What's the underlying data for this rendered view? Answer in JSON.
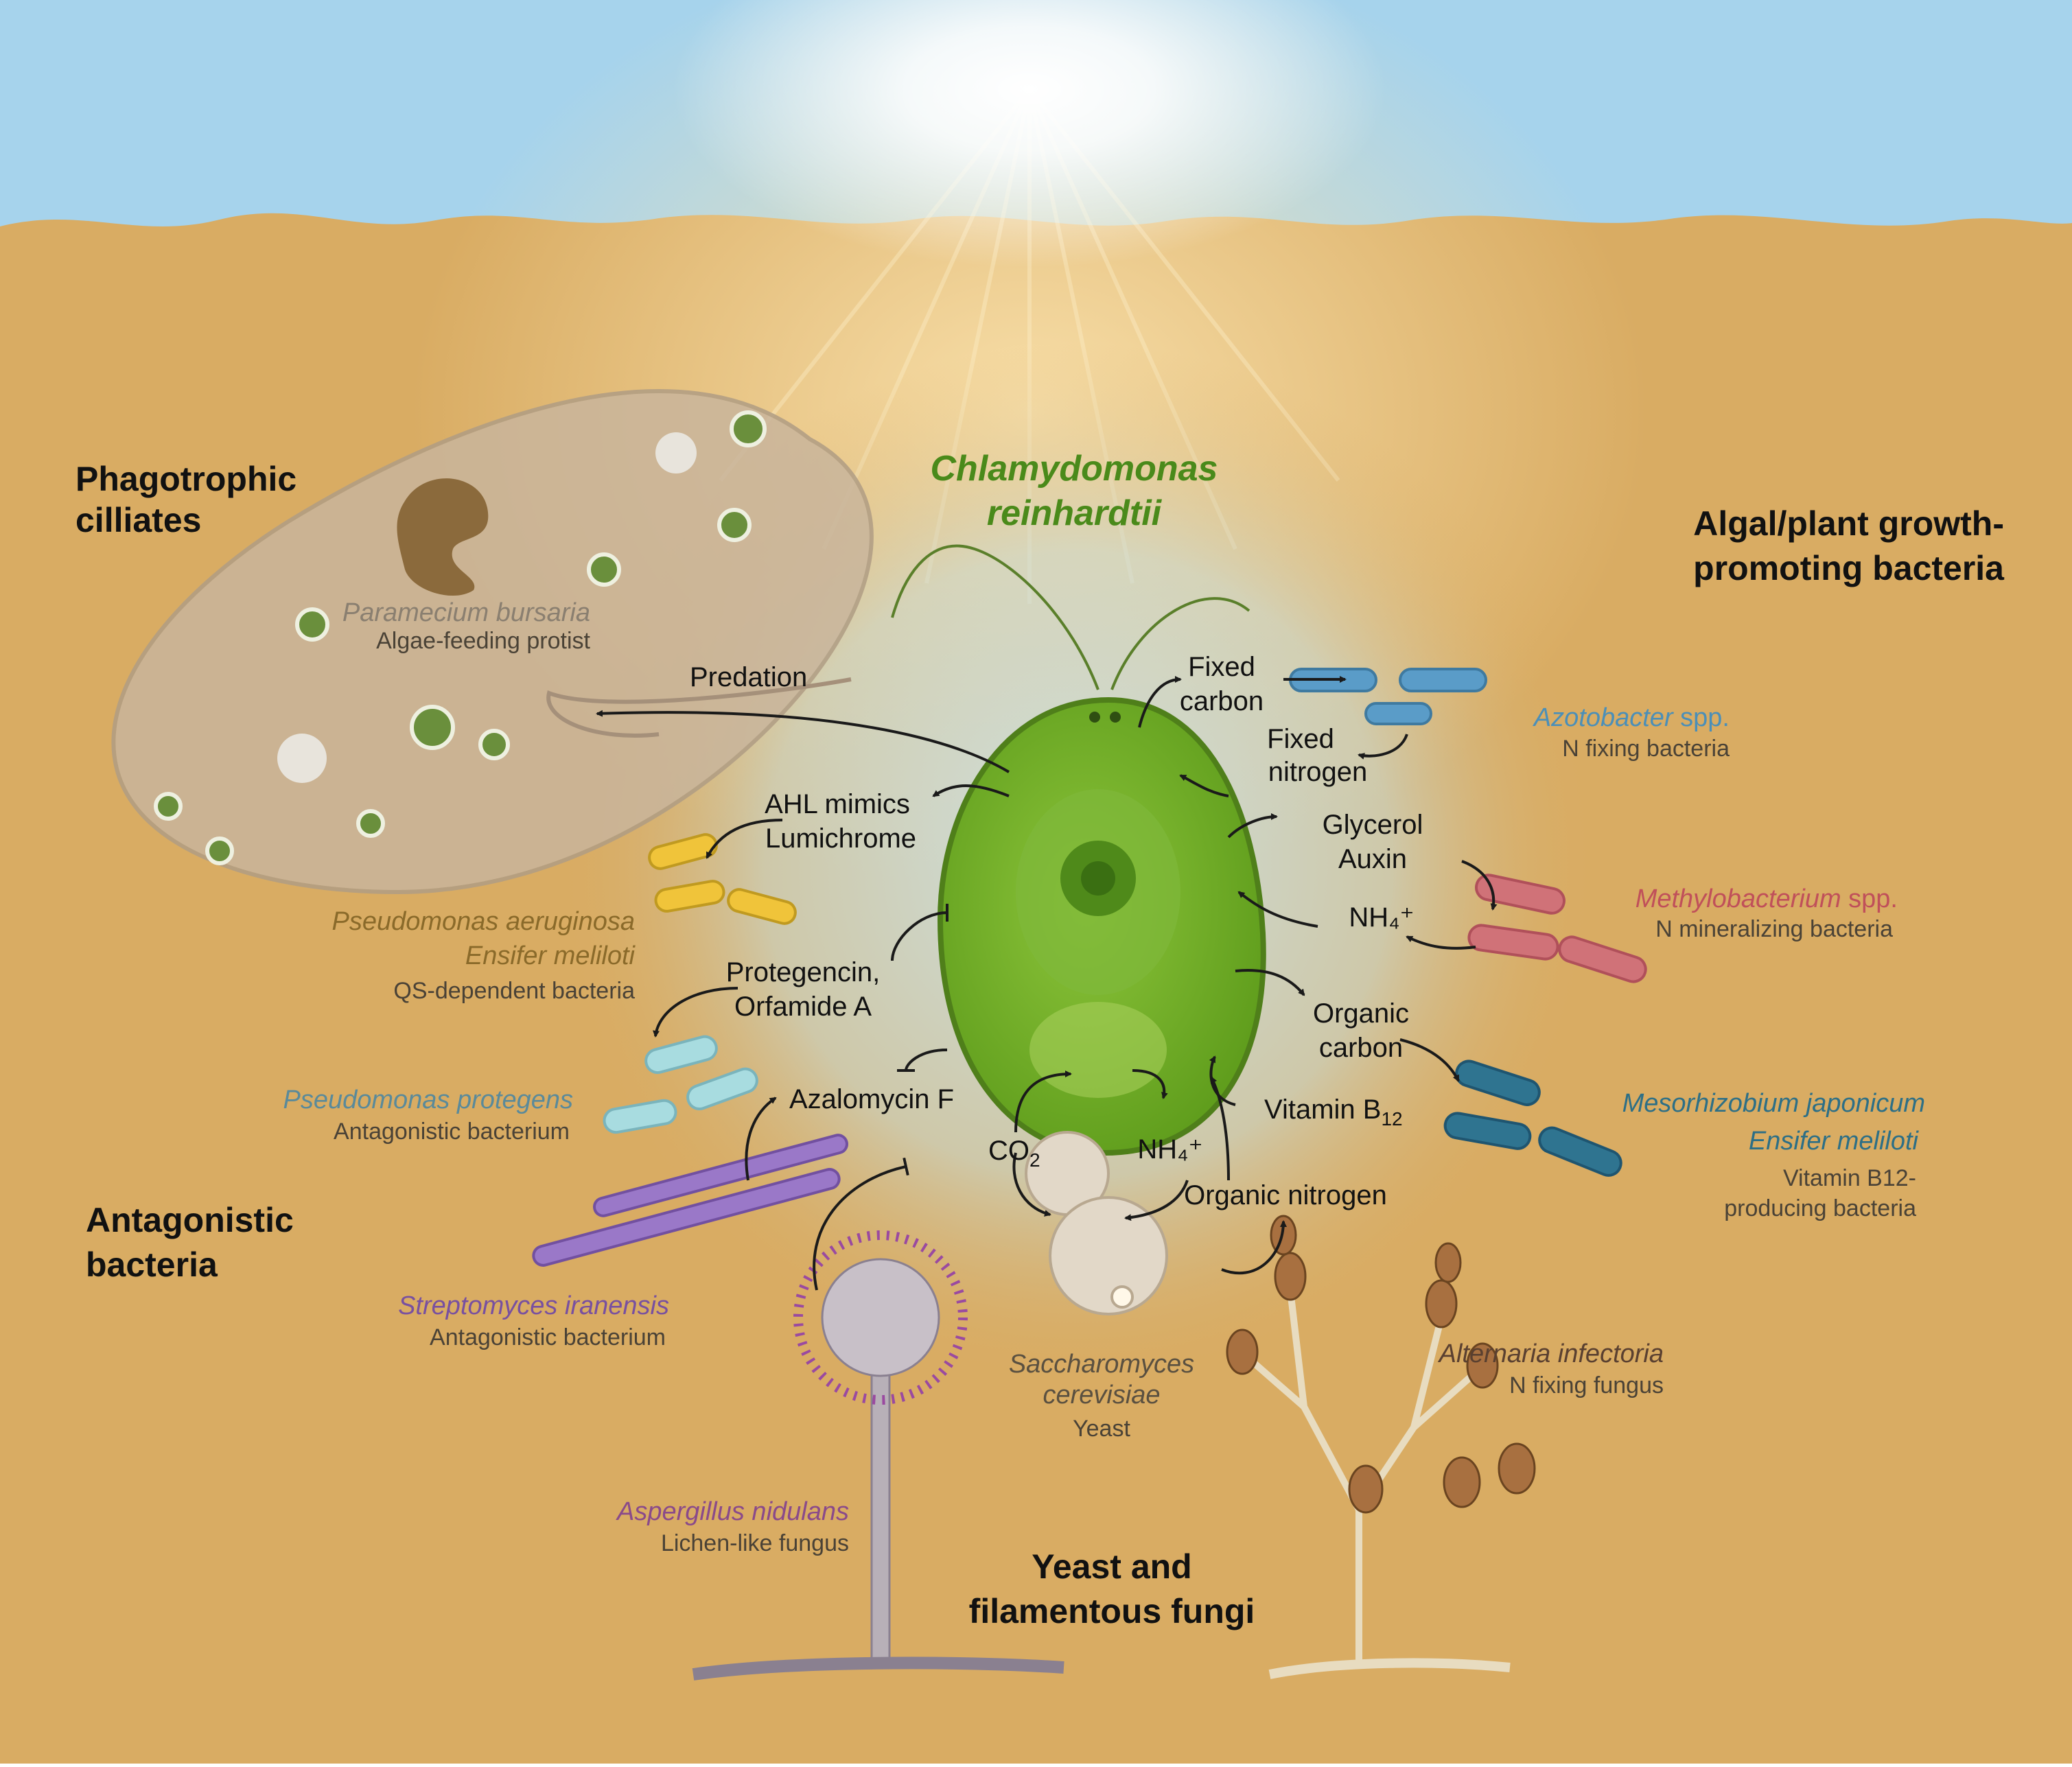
{
  "colors": {
    "sky": "#a6d3ec",
    "soil": "#d9ac63",
    "soil_dark": "#c89448",
    "algae_green": "#6aaa1f",
    "title_green": "#4a8a1a",
    "paramecium_text": "#8a7f70",
    "paramecium_desc": "#a0a4b4",
    "azotobacter_blue": "#4b8fb8",
    "methylobacterium_red": "#c0505a",
    "mesorhizobium_teal": "#2d6f86",
    "pseudomonas_gold": "#8a6a2a",
    "protegens_blue": "#5a8a9a",
    "streptomyces_purple": "#7850a0",
    "aspergillus_purple": "#8a4a8a",
    "alternaria_brown": "#5a4030"
  },
  "center": {
    "title_line1": "Chlamydomonas",
    "title_line2": "reinhardtii"
  },
  "groups": {
    "ciliates_line1": "Phagotrophic",
    "ciliates_line2": "cilliates",
    "growth_line1": "Algal/plant growth-",
    "growth_line2": "promoting bacteria",
    "antagonistic_line1": "Antagonistic",
    "antagonistic_line2": "bacteria",
    "fungi_line1": "Yeast and",
    "fungi_line2": "filamentous fungi"
  },
  "organisms": {
    "paramecium": {
      "name": "Paramecium bursaria",
      "desc": "Algae-feeding protist"
    },
    "azotobacter": {
      "name": "Azotobacter",
      "name_suffix": " spp.",
      "desc": "N fixing bacteria"
    },
    "methylobacterium": {
      "name": "Methylobacterium",
      "name_suffix": " spp.",
      "desc": "N mineralizing bacteria"
    },
    "mesorhizobium": {
      "name1": "Mesorhizobium japonicum",
      "name2": "Ensifer meliloti",
      "desc1": "Vitamin B12-",
      "desc2": "producing bacteria"
    },
    "pseudomonas_aeruginosa": {
      "name1": "Pseudomonas aeruginosa",
      "name2": "Ensifer meliloti",
      "desc": "QS-dependent bacteria"
    },
    "pseudomonas_protegens": {
      "name": "Pseudomonas protegens",
      "desc": "Antagonistic bacterium"
    },
    "streptomyces": {
      "name": "Streptomyces iranensis",
      "desc": "Antagonistic bacterium"
    },
    "aspergillus": {
      "name": "Aspergillus nidulans",
      "desc": "Lichen-like fungus"
    },
    "saccharomyces": {
      "name1": "Saccharomyces",
      "name2": "cerevisiae",
      "desc": "Yeast"
    },
    "alternaria": {
      "name": "Alternaria infectoria",
      "desc": "N fixing fungus"
    }
  },
  "molecules": {
    "predation": "Predation",
    "fixed_carbon_1": "Fixed",
    "fixed_carbon_2": "carbon",
    "fixed_nitrogen_1": "Fixed",
    "fixed_nitrogen_2": "nitrogen",
    "ahl_mimics": "AHL mimics",
    "lumichrome": "Lumichrome",
    "glycerol": "Glycerol",
    "auxin": "Auxin",
    "nh4_right": "NH₄⁺",
    "protegencin": "Protegencin,",
    "orfamide": "Orfamide A",
    "organic_carbon_1": "Organic",
    "organic_carbon_2": "carbon",
    "azalomycin": "Azalomycin F",
    "vitamin": "Vitamin B",
    "vitamin_sub": "12",
    "co2": "CO",
    "co2_sub": "2",
    "nh4_bottom": "NH₄⁺",
    "organic_nitrogen": "Organic nitrogen"
  }
}
